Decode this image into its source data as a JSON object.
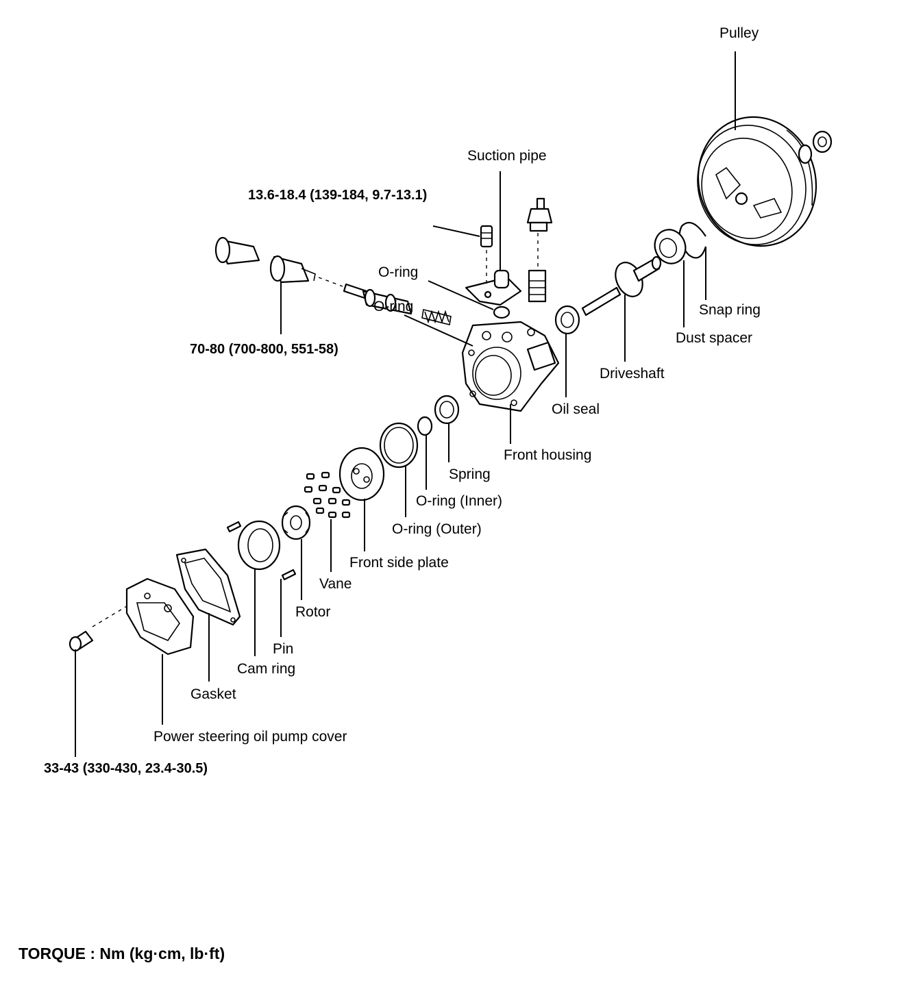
{
  "diagram": {
    "title": "TORQUE : Nm (kg·cm, lb·ft)",
    "labels": {
      "pulley": "Pulley",
      "suction_pipe": "Suction pipe",
      "torque_suction": "13.6-18.4 (139-184, 9.7-13.1)",
      "o_ring_top": "O-ring",
      "o_ring_partial": "O-ring",
      "snap_ring": "Snap ring",
      "dust_spacer": "Dust spacer",
      "torque_connector": "70-80 (700-800, 551-58)",
      "driveshaft": "Driveshaft",
      "oil_seal": "Oil seal",
      "front_housing": "Front housing",
      "spring": "Spring",
      "o_ring_inner": "O-ring (Inner)",
      "o_ring_outer": "O-ring (Outer)",
      "front_side_plate": "Front side plate",
      "vane": "Vane",
      "rotor": "Rotor",
      "pin": "Pin",
      "cam_ring": "Cam ring",
      "gasket": "Gasket",
      "pump_cover": "Power steering oil pump cover",
      "torque_cover": "33-43 (330-430, 23.4-30.5)"
    }
  }
}
